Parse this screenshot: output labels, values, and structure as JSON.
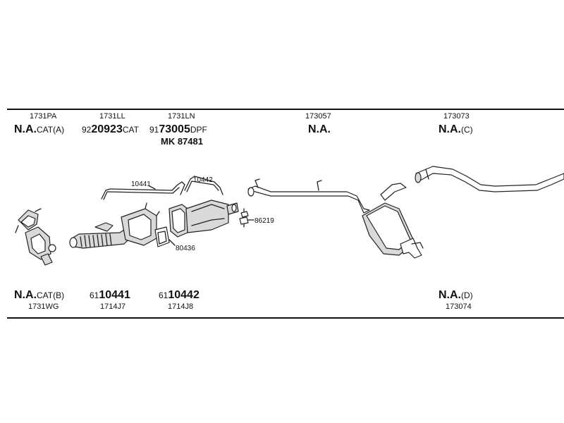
{
  "top_row": [
    {
      "code": "1731PA",
      "value": "N.A.",
      "suffix": "CAT(A)"
    },
    {
      "code": "1731LL",
      "prefix": "92",
      "value": "20923",
      "suffix": "CAT"
    },
    {
      "code": "1731LN",
      "prefix": "91",
      "value": "73005",
      "suffix": "DPF",
      "extra": "MK 87481"
    },
    {
      "code": "173057",
      "value": "N.A."
    },
    {
      "code": "173073",
      "value": "N.A.",
      "suffix": "(C)"
    }
  ],
  "bottom_row": [
    {
      "code": "1731WG",
      "value": "N.A.",
      "suffix": "CAT(B)"
    },
    {
      "code": "1714J7",
      "prefix": "61",
      "value": "10441"
    },
    {
      "code": "1714J8",
      "prefix": "61",
      "value": "10442"
    },
    {
      "code": "173074",
      "value": "N.A.",
      "suffix": "(D)"
    }
  ],
  "callouts": {
    "strap_a": "10441",
    "strap_b": "10442",
    "clamp": "86219",
    "gasket": "80436"
  }
}
